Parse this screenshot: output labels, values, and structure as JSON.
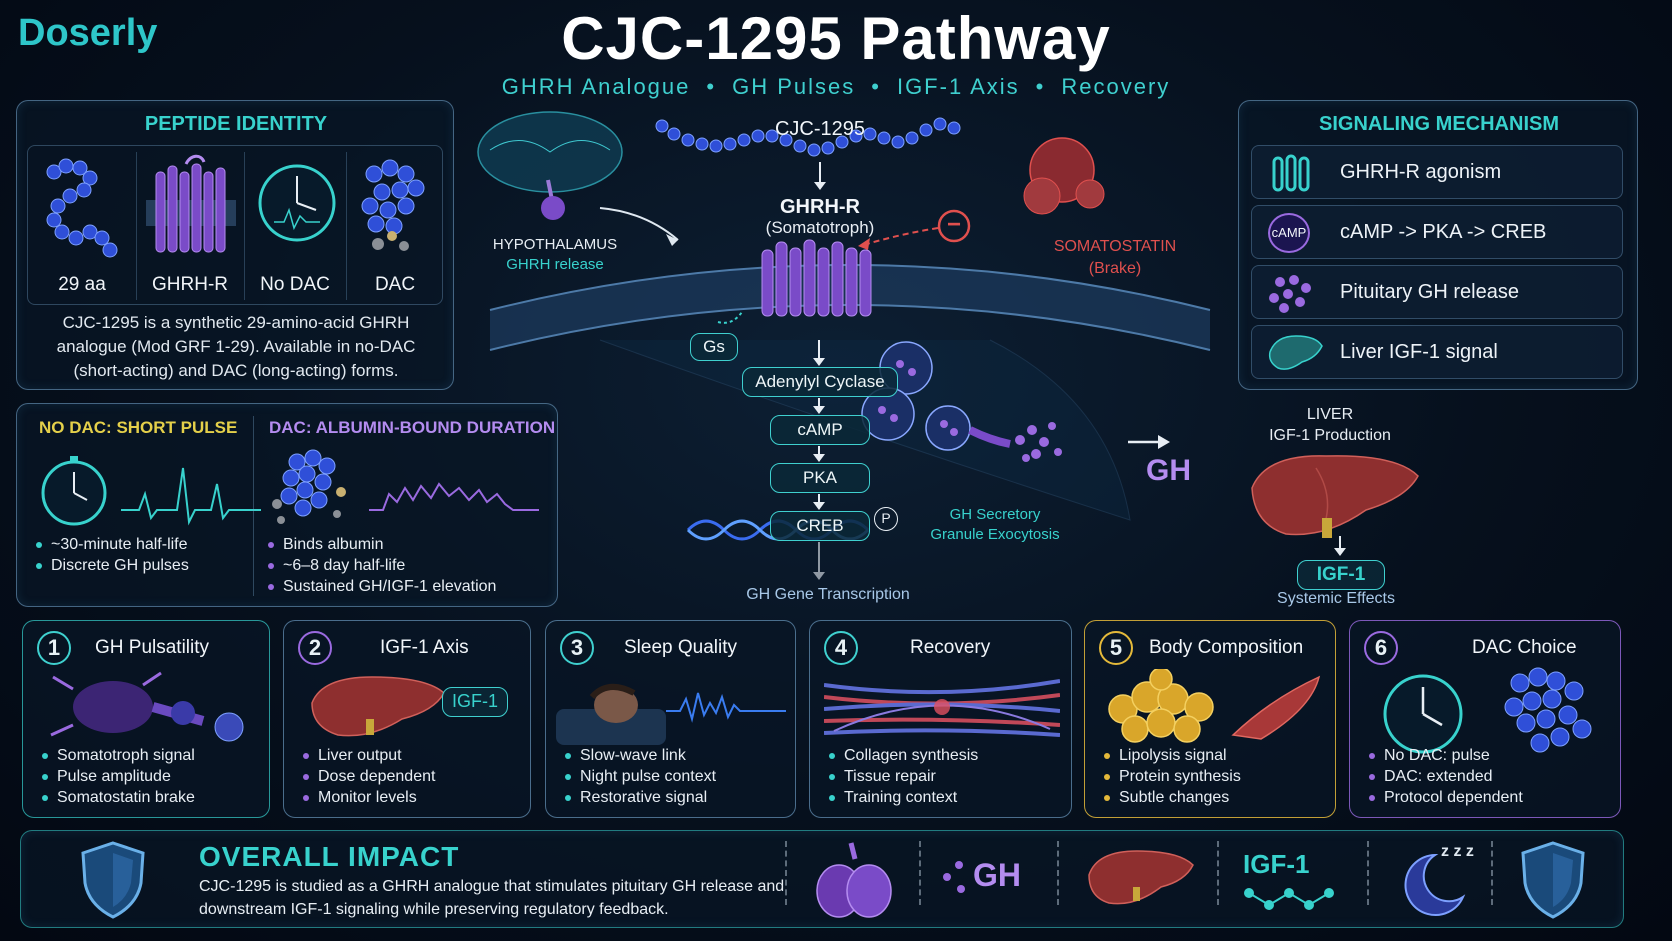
{
  "header": {
    "brand": "Doserly",
    "title": "CJC-1295 Pathway",
    "subtitle_items": [
      "GHRH Analogue",
      "GH Pulses",
      "IGF-1 Axis",
      "Recovery"
    ]
  },
  "identity": {
    "title": "PEPTIDE IDENTITY",
    "items": [
      "29 aa",
      "GHRH-R",
      "No DAC",
      "DAC"
    ],
    "description": "CJC-1295 is a synthetic 29-amino-acid GHRH analogue (Mod GRF 1-29). Available in no-DAC (short-acting) and DAC (long-acting) forms."
  },
  "duration": {
    "nodac_title": "NO DAC: SHORT PULSE",
    "nodac_bullets": [
      "~30-minute half-life",
      "Discrete GH pulses"
    ],
    "dac_title": "DAC: ALBUMIN-BOUND DURATION",
    "dac_bullets": [
      "Binds albumin",
      "~6–8 day half-life",
      "Sustained GH/IGF-1 elevation"
    ]
  },
  "pathway": {
    "peptide": "CJC-1295",
    "receptor": "GHRH-R",
    "receptor_sub": "(Somatotroph)",
    "hypothalamus": "HYPOTHALAMUS",
    "hypothalamus_sub": "GHRH release",
    "somatostatin": "SOMATOSTATIN",
    "somatostatin_sub": "(Brake)",
    "minus": "−",
    "gs": "Gs",
    "steps": [
      "Adenylyl Cyclase",
      "cAMP",
      "PKA",
      "CREB"
    ],
    "phospho": "P",
    "gene": "GH Gene Transcription",
    "granule": "GH Secretory\nGranule Exocytosis",
    "gh": "GH",
    "liver": "LIVER",
    "liver_sub": "IGF-1 Production",
    "igf": "IGF-1",
    "igf_sub": "Systemic Effects"
  },
  "mechanism": {
    "title": "SIGNALING MECHANISM",
    "camp_icon": "cAMP",
    "rows": [
      "GHRH-R agonism",
      "cAMP -> PKA -> CREB",
      "Pituitary GH release",
      "Liver IGF-1 signal"
    ]
  },
  "cards": [
    {
      "num": "1",
      "title": "GH Pulsatility",
      "bullets": [
        "Somatotroph signal",
        "Pulse amplitude",
        "Somatostatin brake"
      ]
    },
    {
      "num": "2",
      "title": "IGF-1 Axis",
      "badge": "IGF-1",
      "bullets": [
        "Liver output",
        "Dose dependent",
        "Monitor levels"
      ]
    },
    {
      "num": "3",
      "title": "Sleep Quality",
      "bullets": [
        "Slow-wave link",
        "Night pulse context",
        "Restorative signal"
      ]
    },
    {
      "num": "4",
      "title": "Recovery",
      "bullets": [
        "Collagen synthesis",
        "Tissue repair",
        "Training context"
      ]
    },
    {
      "num": "5",
      "title": "Body Composition",
      "bullets": [
        "Lipolysis signal",
        "Protein synthesis",
        "Subtle changes"
      ]
    },
    {
      "num": "6",
      "title": "DAC Choice",
      "bullets": [
        "No DAC: pulse",
        "DAC: extended",
        "Protocol dependent"
      ]
    }
  ],
  "impact": {
    "title": "OVERALL IMPACT",
    "text": "CJC-1295 is studied as a GHRH analogue that stimulates pituitary GH release and downstream IGF-1 signaling while preserving regulatory feedback.",
    "gh": "GH",
    "igf": "IGF-1",
    "zzz": "z z z"
  },
  "colors": {
    "teal": "#38d2cd",
    "purple": "#9a6ae0",
    "gold": "#e4b93a",
    "red": "#e0504e",
    "liver": "#a33a3a"
  }
}
